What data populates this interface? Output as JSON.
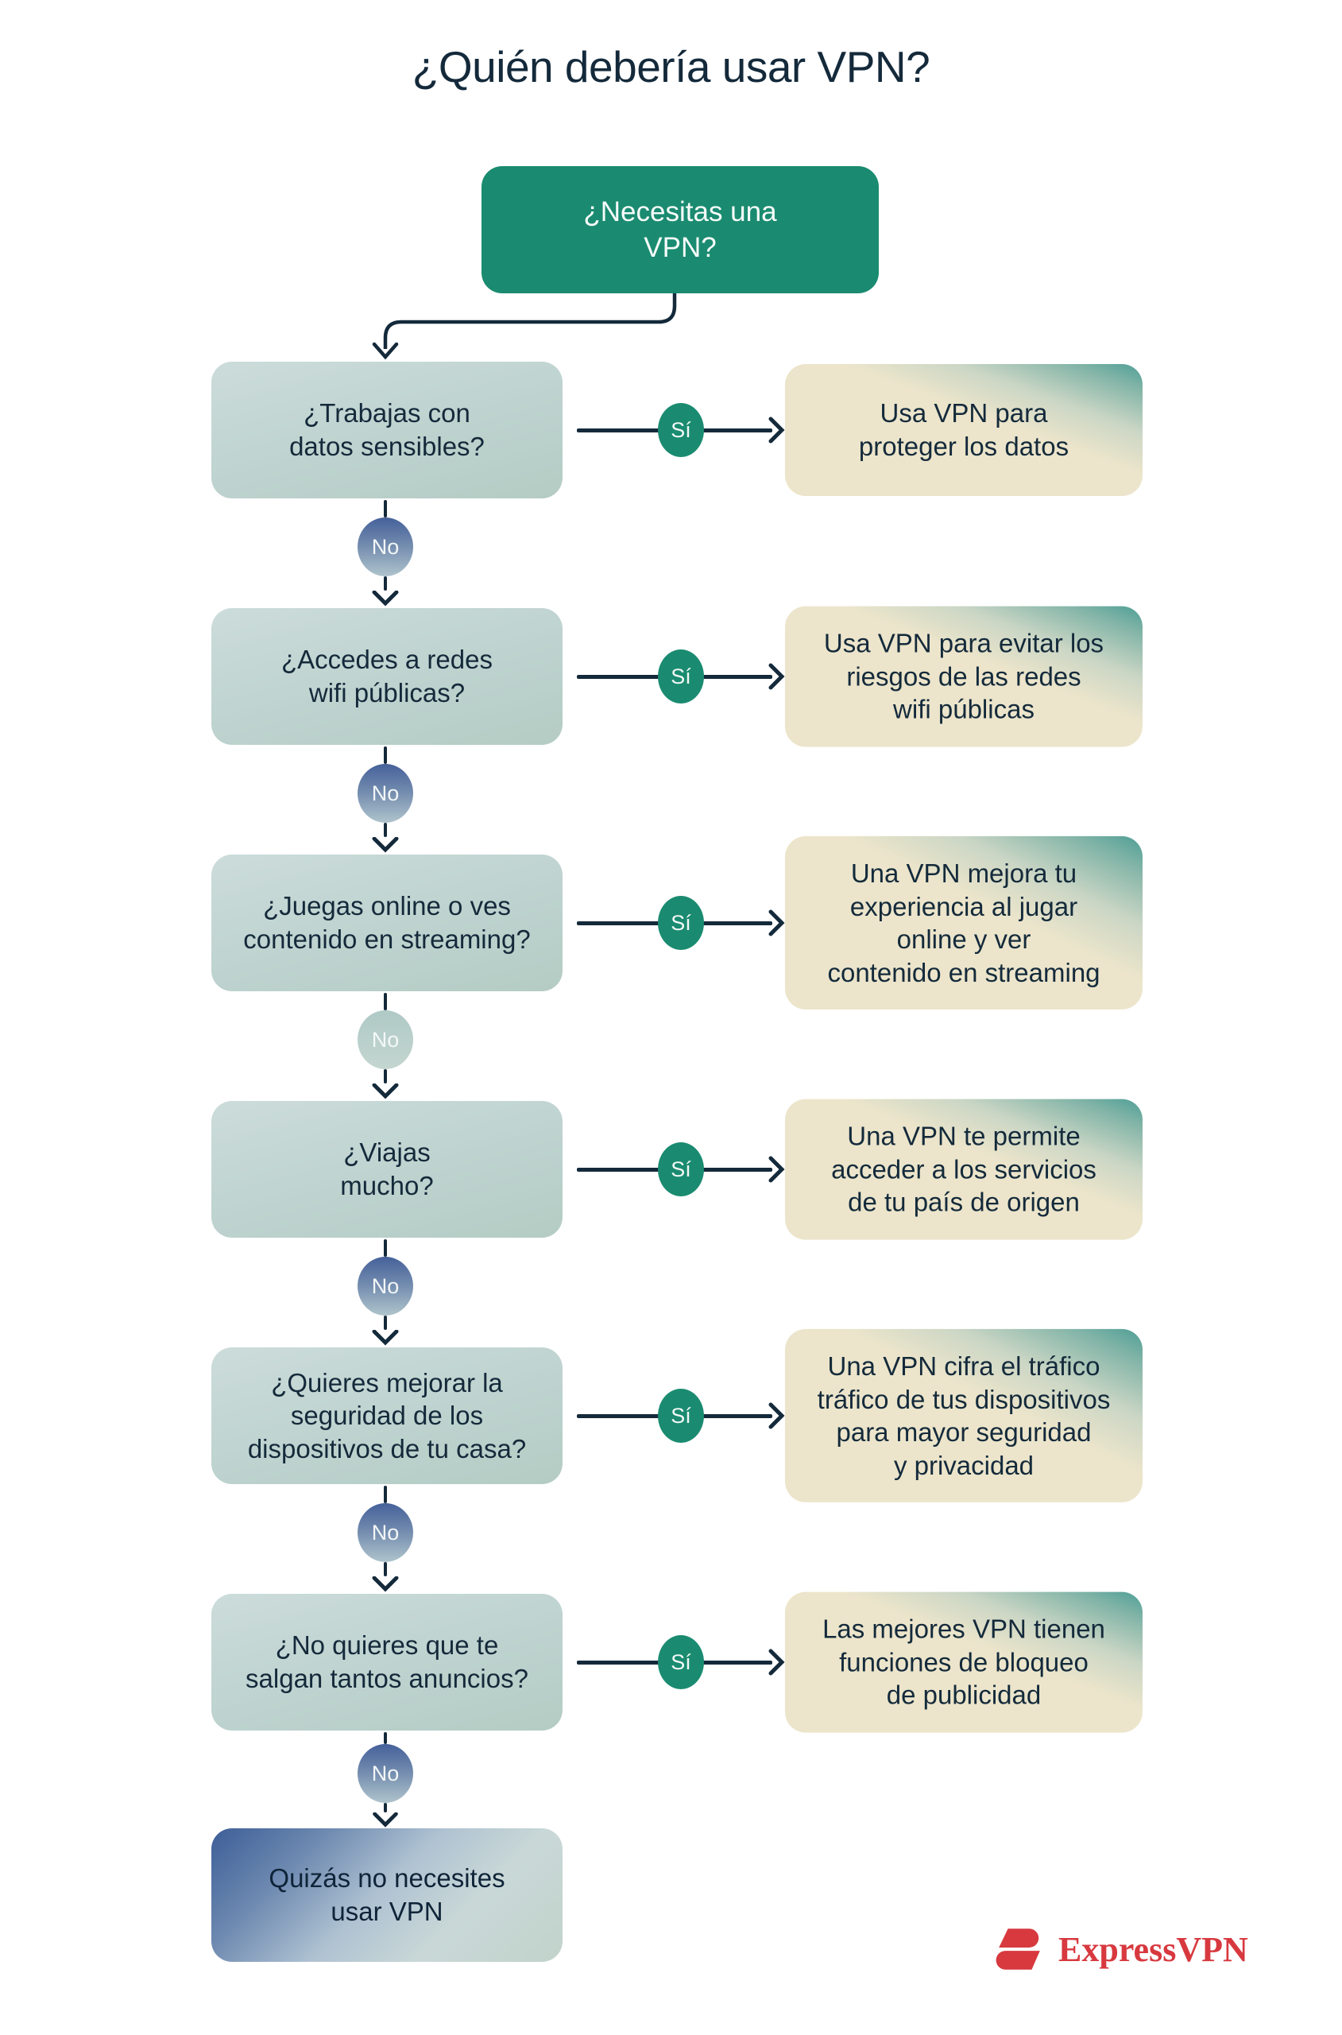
{
  "header": {
    "title": "¿Quién debería usar VPN?"
  },
  "start": {
    "label": "¿Necesitas una\nVPN?"
  },
  "labels": {
    "yes": "Sí",
    "no": "No"
  },
  "rows": [
    {
      "question": "¿Trabajas con\ndatos sensibles?",
      "answer": "Usa VPN para\nproteger los datos"
    },
    {
      "question": "¿Accedes a redes\nwifi públicas?",
      "answer": "Usa VPN para evitar los\nriesgos de las redes\nwifi públicas"
    },
    {
      "question": "¿Juegas online o ves\ncontenido en streaming?",
      "answer": "Una VPN mejora tu\nexperiencia al jugar\nonline y ver\ncontenido en streaming"
    },
    {
      "question": "¿Viajas\nmucho?",
      "answer": "Una VPN te permite\nacceder a los servicios\nde tu país de origen"
    },
    {
      "question": "¿Quieres mejorar la\nseguridad de los\ndispositivos de tu casa?",
      "answer": "Una VPN cifra el tráfico\ntráfico de tus dispositivos\npara mayor seguridad\ny privacidad"
    },
    {
      "question": "¿No quieres que te\nsalgan tantos anuncios?",
      "answer": "Las mejores VPN tienen\nfunciones de bloqueo\nde publicidad"
    }
  ],
  "end": {
    "label": "Quizás no necesites\nusar VPN"
  },
  "footer": {
    "brand": "ExpressVPN"
  },
  "colors": {
    "accent_green": "#1A8B70",
    "line_navy": "#142A3B",
    "question_fill": "#C0D4D1",
    "answer_cream": "#ECE5CB",
    "answer_teal_corner": "#4E9E96",
    "no_blue": "#45619A",
    "no_pale": "#AFC9C6",
    "end_blue": "#3D5E98",
    "brand_red": "#D7393F"
  }
}
